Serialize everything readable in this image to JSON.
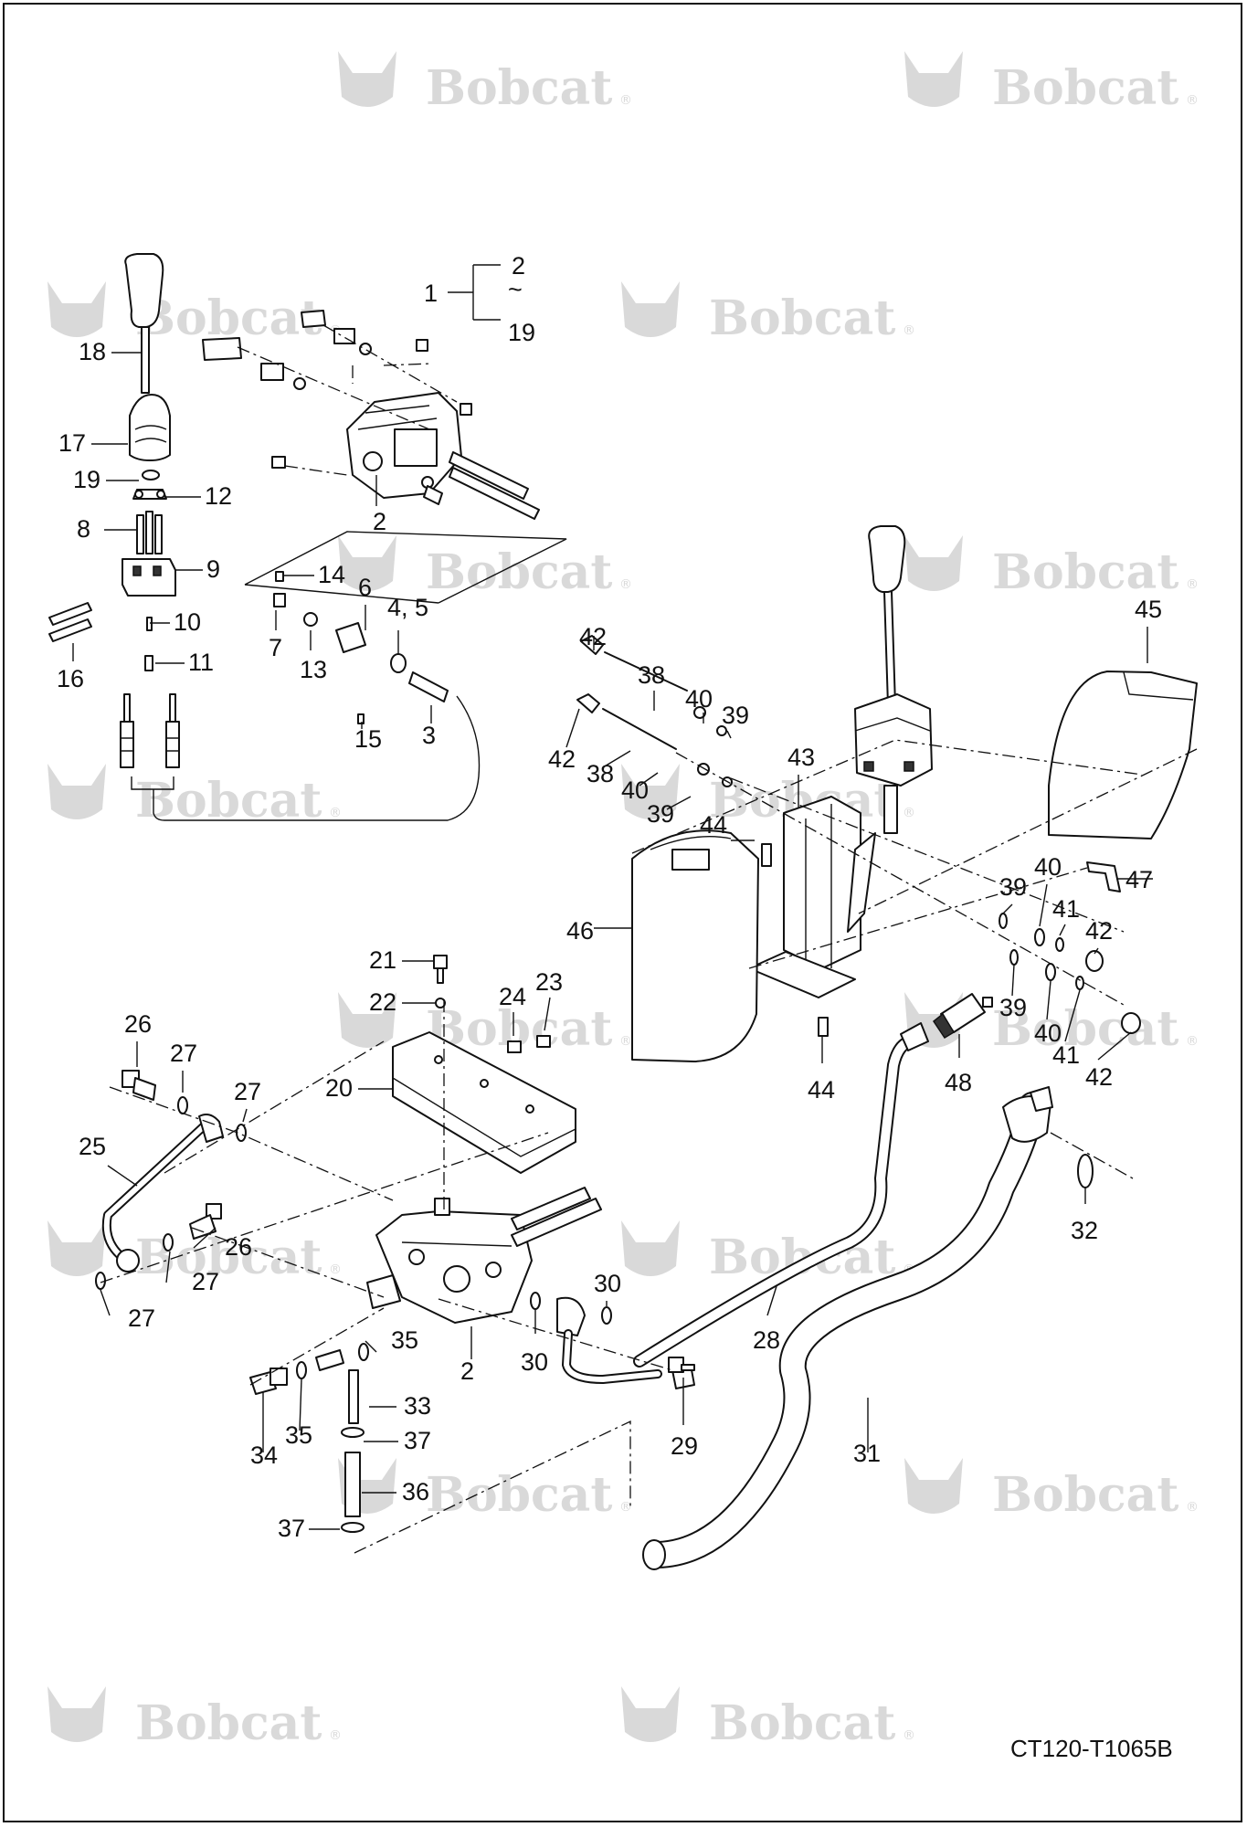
{
  "drawing_reference": "CT120-T1065B",
  "watermark": {
    "brand": "Bobcat",
    "mark": "®"
  },
  "assembly_bracket": {
    "parent": "1",
    "first": "2",
    "range_symbol": "~",
    "last": "19"
  },
  "callouts": [
    "18",
    "17",
    "19",
    "12",
    "8",
    "9",
    "16",
    "10",
    "11",
    "2",
    "14",
    "6",
    "4, 5",
    "7",
    "13",
    "3",
    "15",
    "42",
    "38",
    "40",
    "39",
    "42",
    "38",
    "40",
    "39",
    "43",
    "45",
    "44",
    "46",
    "47",
    "39",
    "40",
    "41",
    "42",
    "39",
    "40",
    "41",
    "42",
    "21",
    "22",
    "24",
    "23",
    "20",
    "44",
    "48",
    "26",
    "27",
    "27",
    "25",
    "26",
    "27",
    "27",
    "2",
    "30",
    "30",
    "28",
    "32",
    "35",
    "33",
    "35",
    "34",
    "37",
    "29",
    "31",
    "36",
    "37"
  ]
}
